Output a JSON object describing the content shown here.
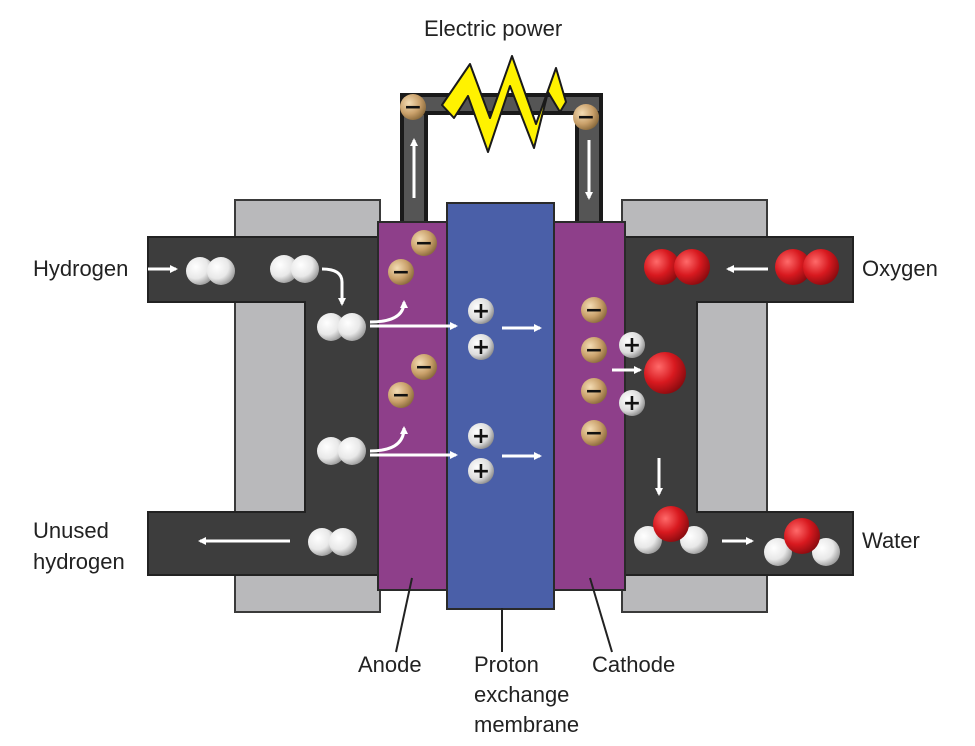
{
  "labels": {
    "electric_power": "Electric power",
    "hydrogen": "Hydrogen",
    "oxygen": "Oxygen",
    "unused_hydrogen_line1": "Unused",
    "unused_hydrogen_line2": "hydrogen",
    "water": "Water",
    "anode": "Anode",
    "membrane_line1": "Proton",
    "membrane_line2": "exchange",
    "membrane_line3": "membrane",
    "cathode": "Cathode"
  },
  "symbols": {
    "electron": "−",
    "proton": "+"
  },
  "colors": {
    "frame_dark": "#3a3a3a",
    "frame_light": "#b9b9bb",
    "electrode": "#8e3f8a",
    "membrane": "#4a5fa8",
    "electron": "#c9a06a",
    "hydrogen_atom": "#f2f2f2",
    "oxygen_atom": "#d8191f",
    "resistor": "#fff200"
  },
  "icons": [
    "resistor-icon",
    "electron-icon",
    "proton-icon",
    "hydrogen-molecule-icon",
    "oxygen-molecule-icon",
    "water-molecule-icon",
    "arrow-icon"
  ]
}
